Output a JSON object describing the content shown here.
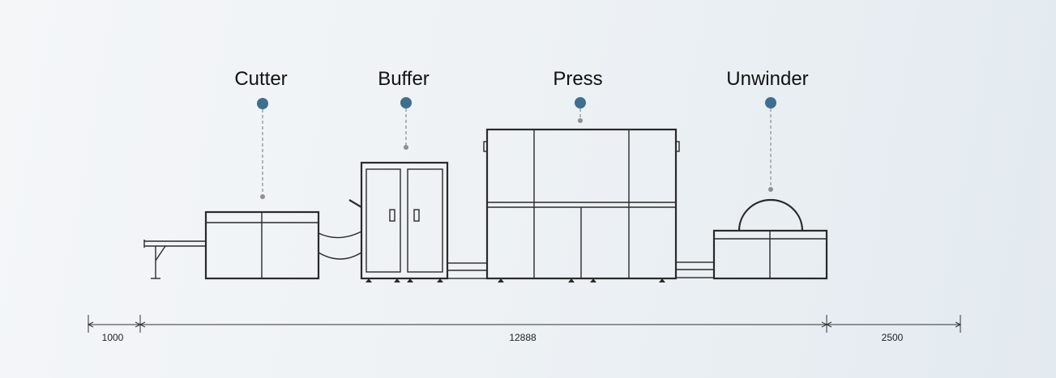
{
  "labels": {
    "cutter": "Cutter",
    "buffer": "Buffer",
    "press": "Press",
    "unwinder": "Unwinder"
  },
  "dimensions": {
    "d1": "1000",
    "d2": "12888",
    "d3": "2500"
  },
  "colors": {
    "marker": "#3d6f8e",
    "outline": "#2a2a2a",
    "leader": "#9a9a9a"
  }
}
